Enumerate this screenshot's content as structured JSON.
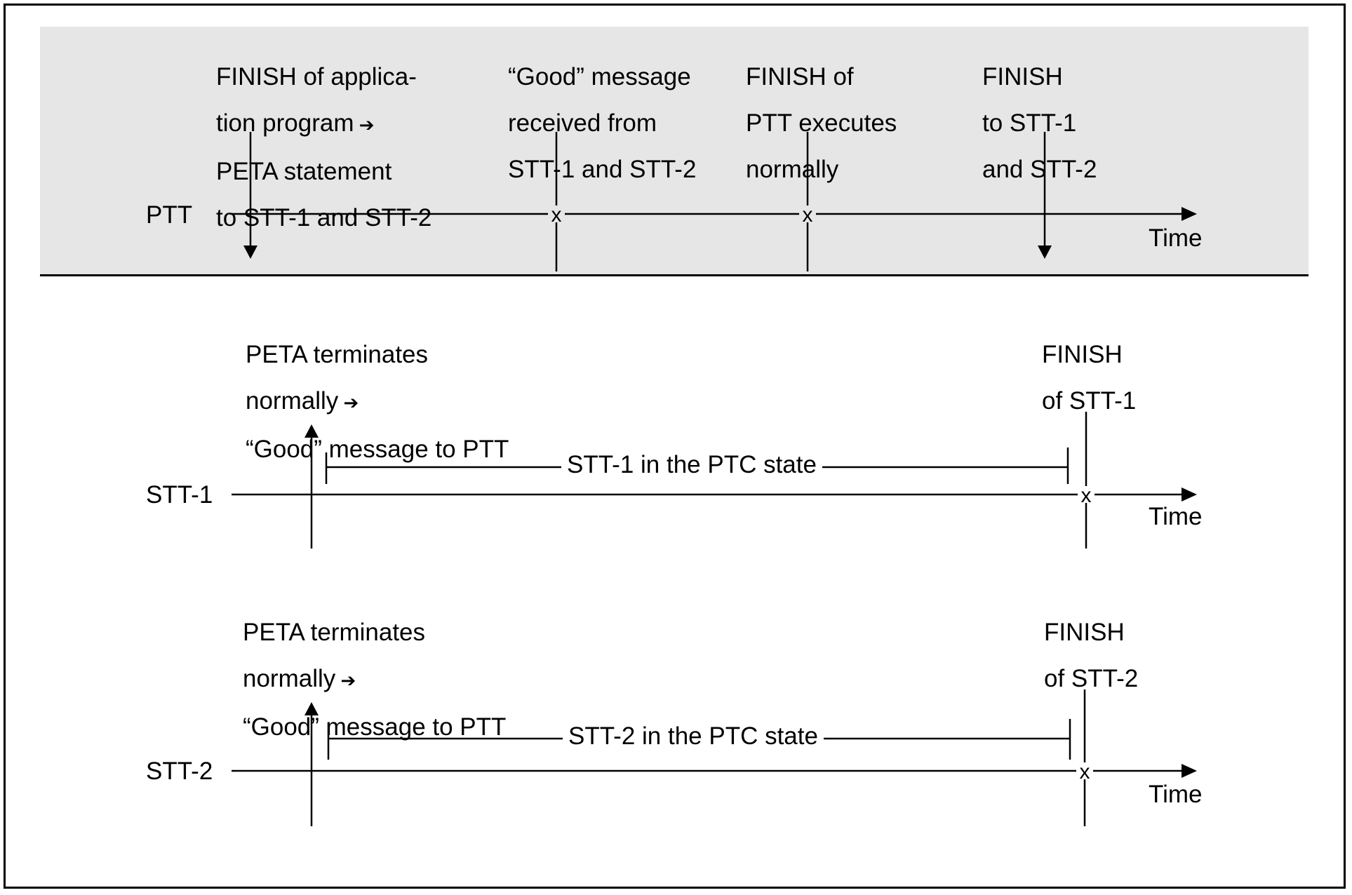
{
  "ptt": {
    "row_label": "PTT",
    "time_label": "Time",
    "events": [
      {
        "lines": [
          "FINISH of applica-",
          "tion program",
          "PETA statement",
          "to STT-1 and STT-2"
        ],
        "arrow_after_line": 1
      },
      {
        "lines": [
          "“Good” message",
          "received from",
          "STT-1 and STT-2"
        ]
      },
      {
        "lines": [
          "FINISH of",
          "PTT executes",
          "normally"
        ]
      },
      {
        "lines": [
          "FINISH",
          "to STT-1",
          "and STT-2"
        ]
      }
    ]
  },
  "stt1": {
    "row_label": "STT-1",
    "time_label": "Time",
    "event_left": {
      "lines": [
        "PETA terminates",
        "normally",
        "“Good” message to PTT"
      ],
      "arrow_after_line": 1
    },
    "event_right": {
      "lines": [
        "FINISH",
        "of STT-1"
      ]
    },
    "state_label": "STT-1 in the PTC state"
  },
  "stt2": {
    "row_label": "STT-2",
    "time_label": "Time",
    "event_left": {
      "lines": [
        "PETA terminates",
        "normally",
        "“Good” message to PTT"
      ],
      "arrow_after_line": 1
    },
    "event_right": {
      "lines": [
        "FINISH",
        "of STT-2"
      ]
    },
    "state_label": "STT-2 in the PTC state"
  },
  "marker_symbol": "x",
  "colors": {
    "panel_background": "#e6e6e6",
    "line": "#000000"
  }
}
